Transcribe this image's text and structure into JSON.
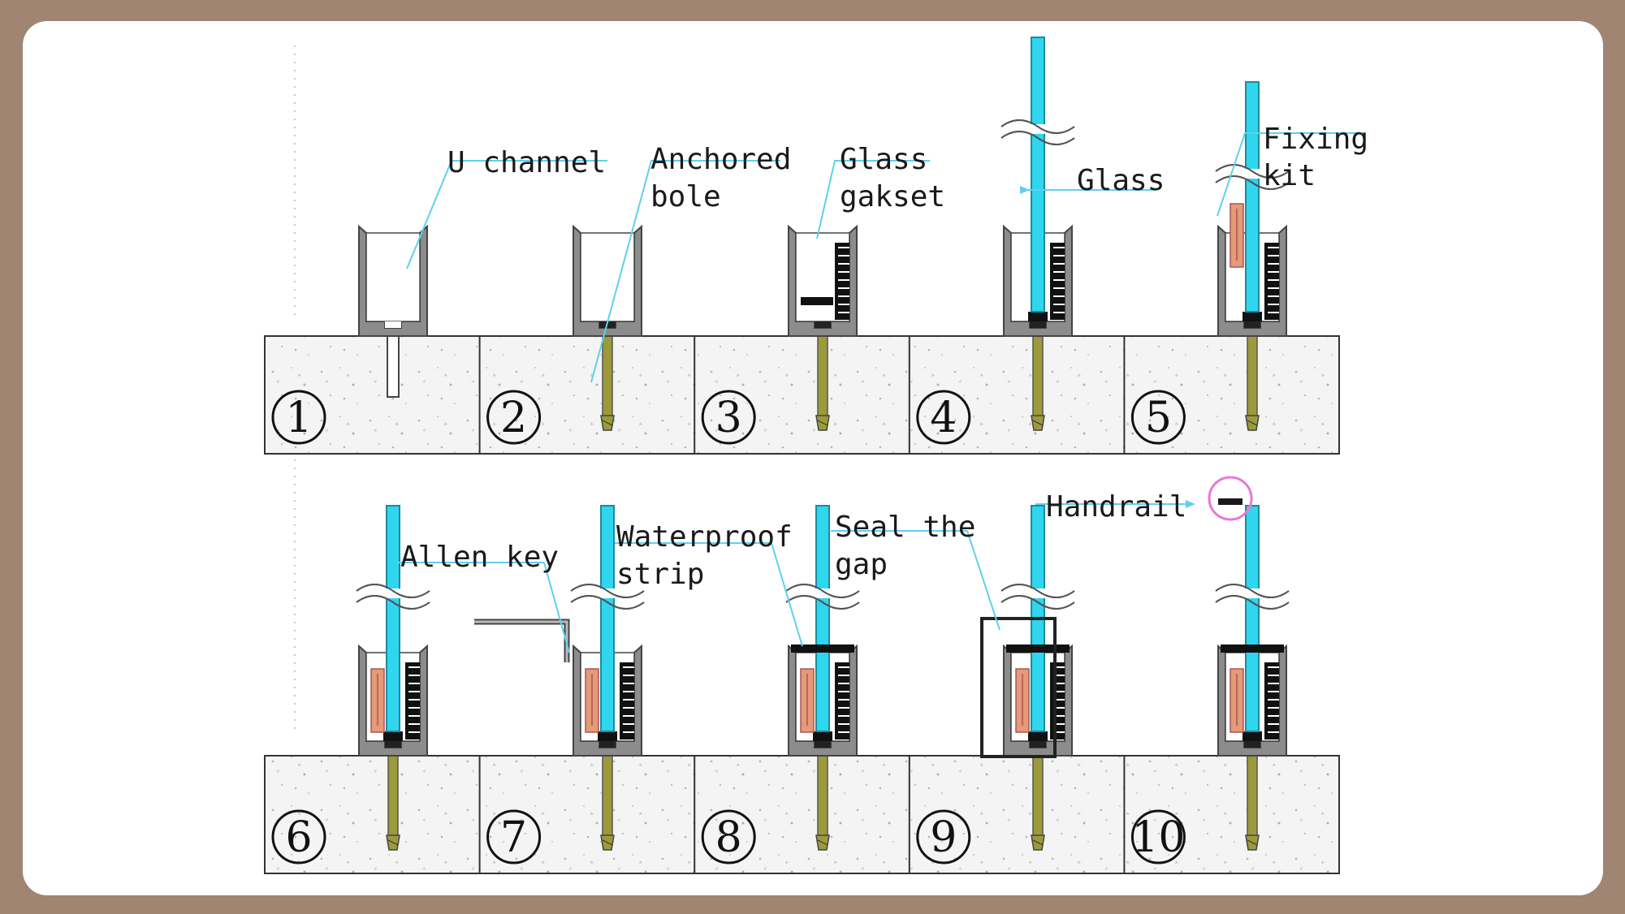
{
  "colors": {
    "frame": "#a08572",
    "card": "#ffffff",
    "glass": "#2fd6ee",
    "channel": "#8c8c8c",
    "bolt": "#9c9a3a",
    "fixing_kit": "#e59a78",
    "leader_line": "#5fd0ee",
    "handrail_marker": "#e57ad6"
  },
  "steps": [
    {
      "number": "1"
    },
    {
      "number": "2"
    },
    {
      "number": "3"
    },
    {
      "number": "4"
    },
    {
      "number": "5"
    },
    {
      "number": "6"
    },
    {
      "number": "7"
    },
    {
      "number": "8"
    },
    {
      "number": "9"
    },
    {
      "number": "10"
    }
  ],
  "labels": {
    "u_channel": "U channel",
    "anchored_bole_1": "Anchored",
    "anchored_bole_2": "bole",
    "glass_gakset_1": "Glass",
    "glass_gakset_2": "gakset",
    "glass": "Glass",
    "fixing_kit_1": "Fixing",
    "fixing_kit_2": "kit",
    "allen_key": "Allen key",
    "waterproof_strip_1": "Waterproof",
    "waterproof_strip_2": "strip",
    "seal_the_gap_1": "Seal the",
    "seal_the_gap_2": "gap",
    "handrail": "Handrail"
  }
}
